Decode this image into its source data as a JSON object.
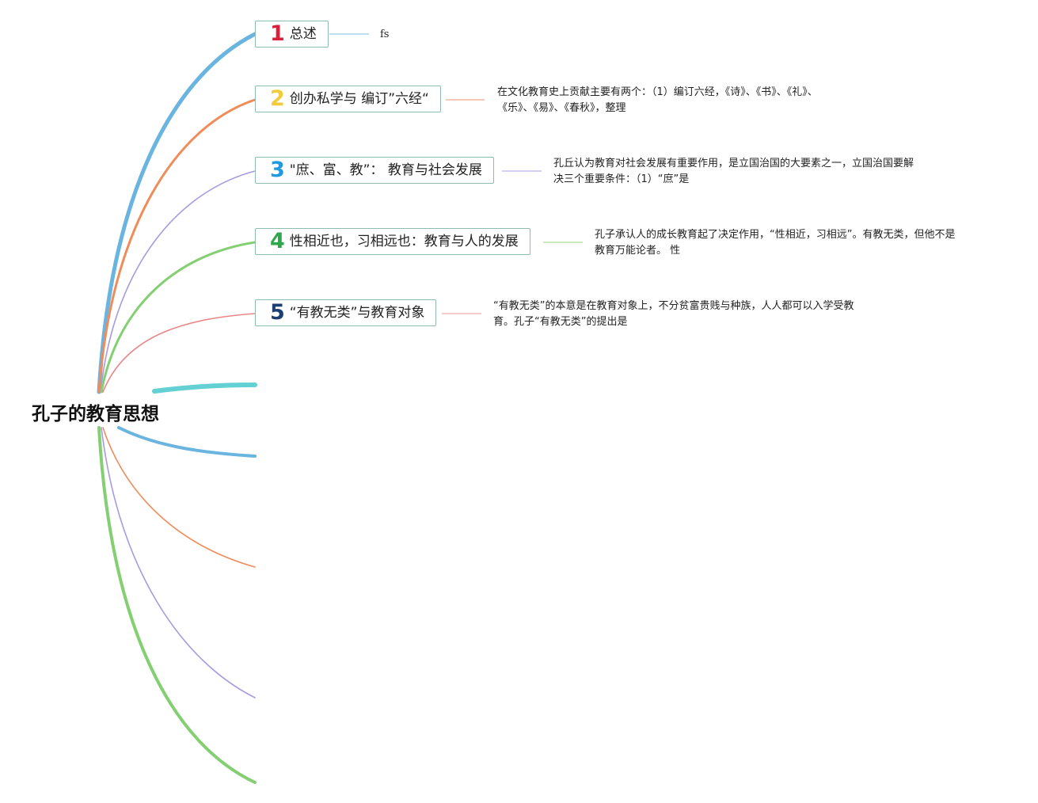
{
  "root": {
    "title": "孔子的教育思想"
  },
  "topics": [
    {
      "number": "1",
      "label": "总述",
      "color": "#d9203a",
      "note_lines": [
        "fs"
      ]
    },
    {
      "number": "2",
      "label": "创办私学与 编订”六经“",
      "color": "#f2cb3a",
      "note_lines": [
        "在文化教育史上贡献主要有两个：（1）编订六经，《诗》、《书》、《礼》、",
        "《乐》、《易》、《春秋》，整理"
      ]
    },
    {
      "number": "3",
      "label": "\"庶、富、教”： 教育与社会发展",
      "color": "#1f9ae0",
      "note_lines": [
        "孔丘认为教育对社会发展有重要作用，是立国治国的大要素之一，立国治国要解",
        "决三个重要条件：（1）“庶”是"
      ]
    },
    {
      "number": "4",
      "label": "性相近也，习相远也：教育与人的发展",
      "color": "#2ea84a",
      "note_lines": [
        "孔子承认人的成长教育起了决定作用，“性相近，习相远”。有教无类，但他不是",
        "教育万能论者。 性"
      ]
    },
    {
      "number": "5",
      "label": "“有教无类”与教育对象",
      "color": "#1c3f73",
      "note_lines": [
        "“有教无类”的本意是在教育对象上，不分贫富贵贱与种族，人人都可以入学受教",
        "育。孔子“有教无类”的提出是"
      ]
    }
  ],
  "branch_colors": [
    "#6ab4e0",
    "#ef8c5a",
    "#a99ae0",
    "#84cf72",
    "#ea8686",
    "#63d0d3",
    "#6ab4e0",
    "#ef8c5a",
    "#a99ae0",
    "#84cf72"
  ]
}
